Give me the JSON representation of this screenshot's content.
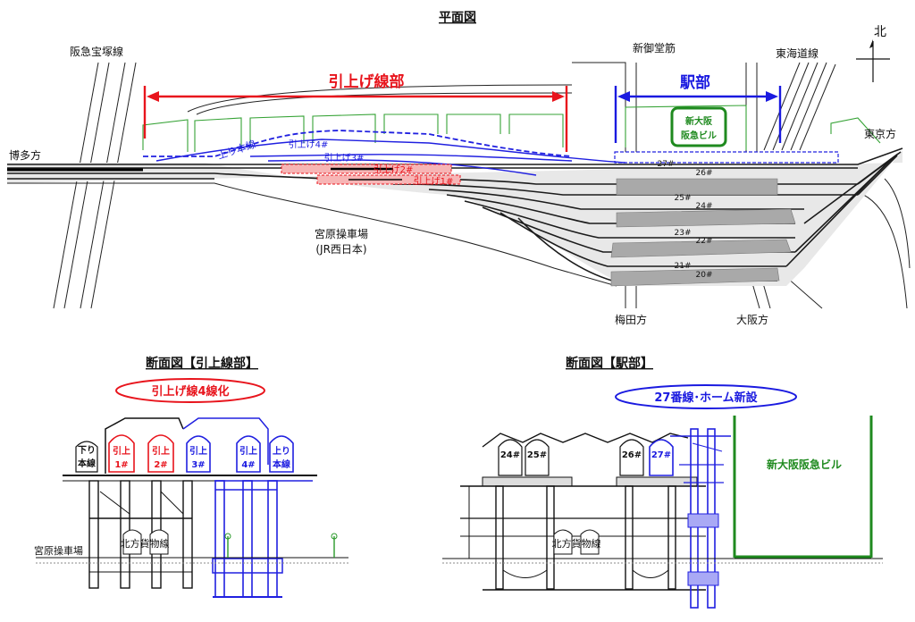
{
  "plan": {
    "title": "平面図",
    "north": "北",
    "hankyu_takarazuka": "阪急宝塚線",
    "shinmidosuji": "新御堂筋",
    "tokaido": "東海道線",
    "hikiage_section": "引上げ線部",
    "station_section": "駅部",
    "building": [
      "新大阪",
      "阪急ビル"
    ],
    "hakata": "博多方",
    "tokyo": "東京方",
    "nobori": "上り本線",
    "hikiage4": "引上げ4#",
    "hikiage3": "引上げ3#",
    "hikiage2": "引上げ2#",
    "hikiage1": "引上げ1#",
    "track27": "27#",
    "track26": "26#",
    "track25": "25#",
    "track24": "24#",
    "track23": "23#",
    "track22": "22#",
    "track21": "21#",
    "track20": "20#",
    "yard": "宮原操車場",
    "yard_owner": "(JR西日本)",
    "umeda": "梅田方",
    "osaka": "大阪方"
  },
  "section_a": {
    "title": "断面図【引上線部】",
    "badge": "引上げ線4線化",
    "car_nobori": [
      "下り",
      "本線"
    ],
    "car_h1": [
      "引上",
      "1#"
    ],
    "car_h2": [
      "引上",
      "2#"
    ],
    "car_h3": [
      "引上",
      "3#"
    ],
    "car_h4": [
      "引上",
      "4#"
    ],
    "car_up": [
      "上り",
      "本線"
    ],
    "freight": "北方貨物線",
    "yard": "宮原操車場"
  },
  "section_b": {
    "title": "断面図【駅部】",
    "badge": "27番線･ホーム新設",
    "car24": "24#",
    "car25": "25#",
    "car26": "26#",
    "car27": "27#",
    "freight": "北方貨物線",
    "building": "新大阪阪急ビル"
  },
  "colors": {
    "red": "#e8141c",
    "blue": "#1a1ae0",
    "green": "#1f8a1f",
    "platform": "#a9a9a9"
  }
}
